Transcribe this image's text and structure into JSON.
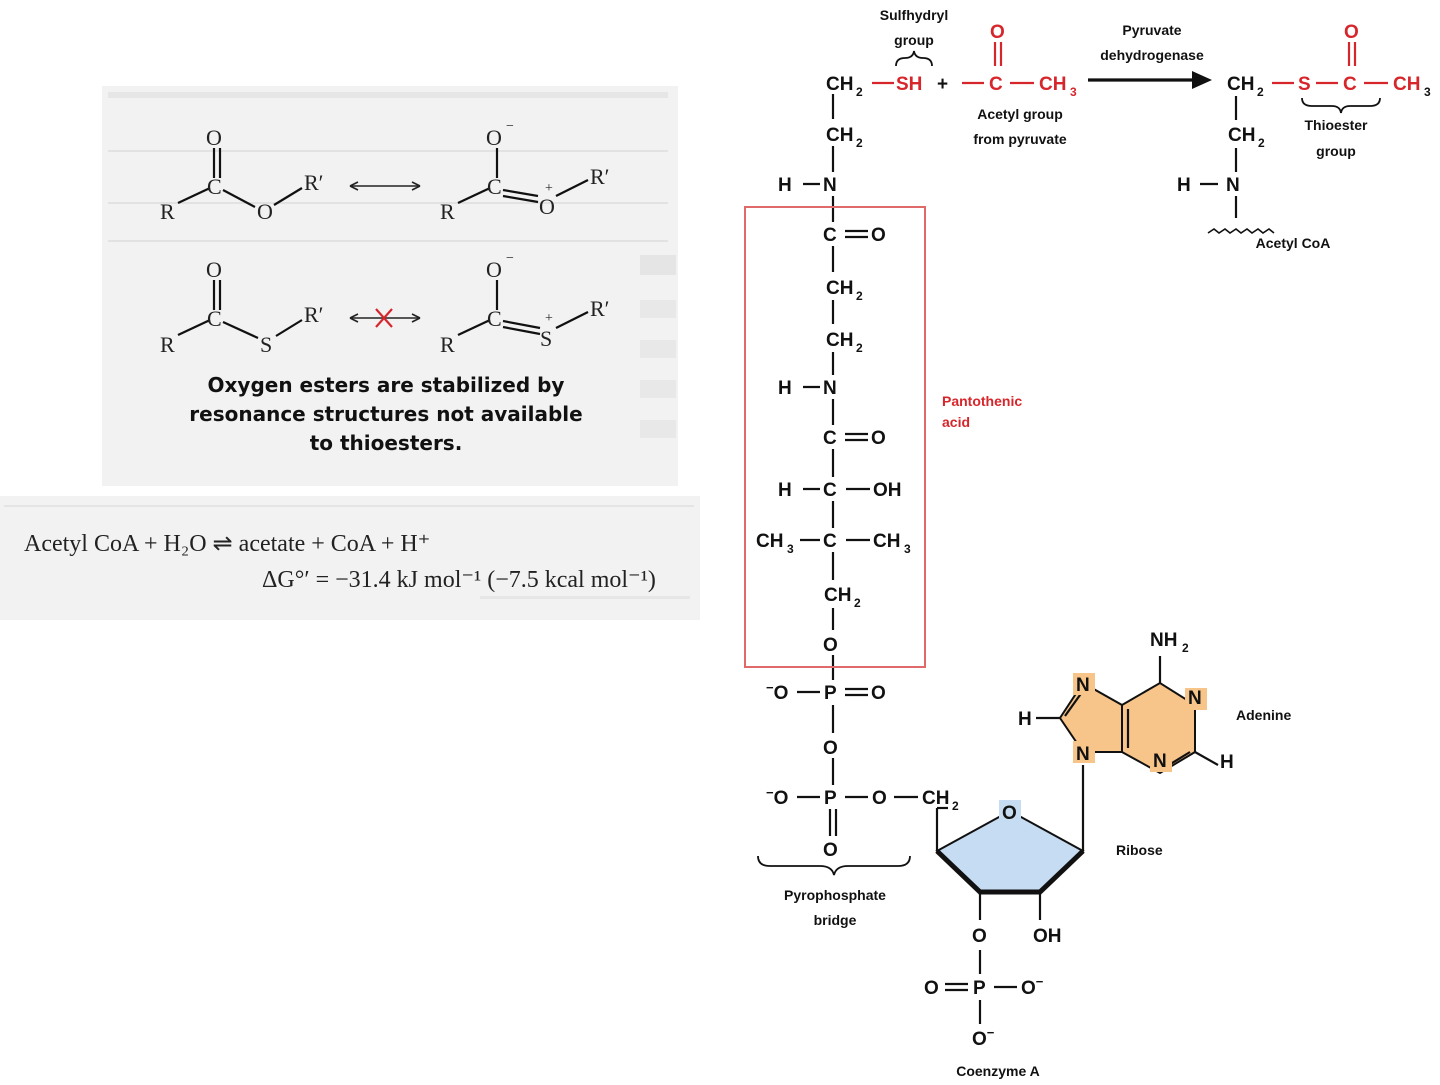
{
  "left_panel": {
    "resonance_caption": [
      "Oxygen esters are stabilized by",
      "resonance structures not available",
      "to thioesters."
    ],
    "hydrolysis_equation": "Acetyl CoA + H₂O ⇌ acetate + CoA + H⁺",
    "delta_g": "ΔG°′ = −31.4 kJ mol⁻¹ (−7.5 kcal mol⁻¹)"
  },
  "right_panel": {
    "labels": {
      "sulfhydryl_group": [
        "Sulfhydryl",
        "group"
      ],
      "acetyl_group": [
        "Acetyl group",
        "from pyruvate"
      ],
      "enzyme": [
        "Pyruvate",
        "dehydrogenase"
      ],
      "thioester_group": [
        "Thioester",
        "group"
      ],
      "acetyl_coa": "Acetyl CoA",
      "pantothenic_acid": [
        "Pantothenic",
        "acid"
      ],
      "adenine": "Adenine",
      "ribose": "Ribose",
      "pyrophosphate_bridge": [
        "Pyrophosphate",
        "bridge"
      ],
      "coenzyme_a": "Coenzyme A"
    },
    "colors": {
      "highlight": "#d7262b",
      "adenine_fill": "#f7c48a",
      "ribose_fill": "#c6dcf2",
      "box": "#e06a6a"
    }
  }
}
